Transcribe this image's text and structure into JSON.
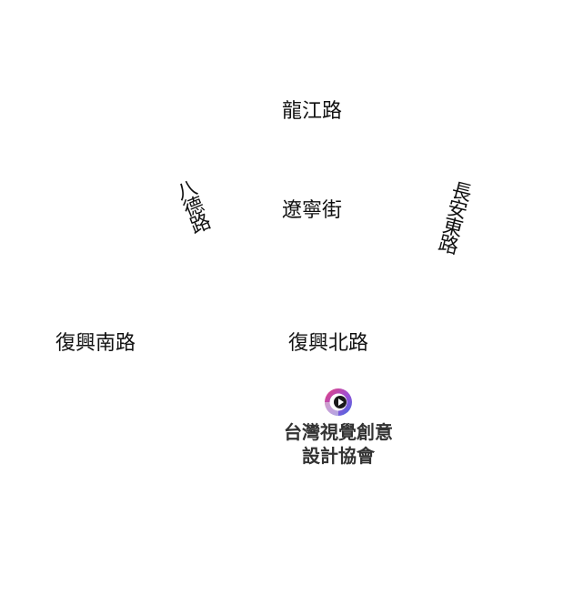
{
  "map": {
    "roads": {
      "longjiang": "龍江路",
      "liaoning": "遼寧街",
      "bade": "八德路",
      "changan_east": "長安東路",
      "fuxing_south": "復興南路",
      "fuxing_north": "復興北路"
    },
    "logo": {
      "icon": "play-circle-logo-icon",
      "line1": "台灣視覺創意",
      "line2": "設計協會",
      "colors": {
        "magenta": "#d6336c",
        "blue": "#3b5bdb",
        "dark": "#1a1a1a"
      }
    }
  }
}
